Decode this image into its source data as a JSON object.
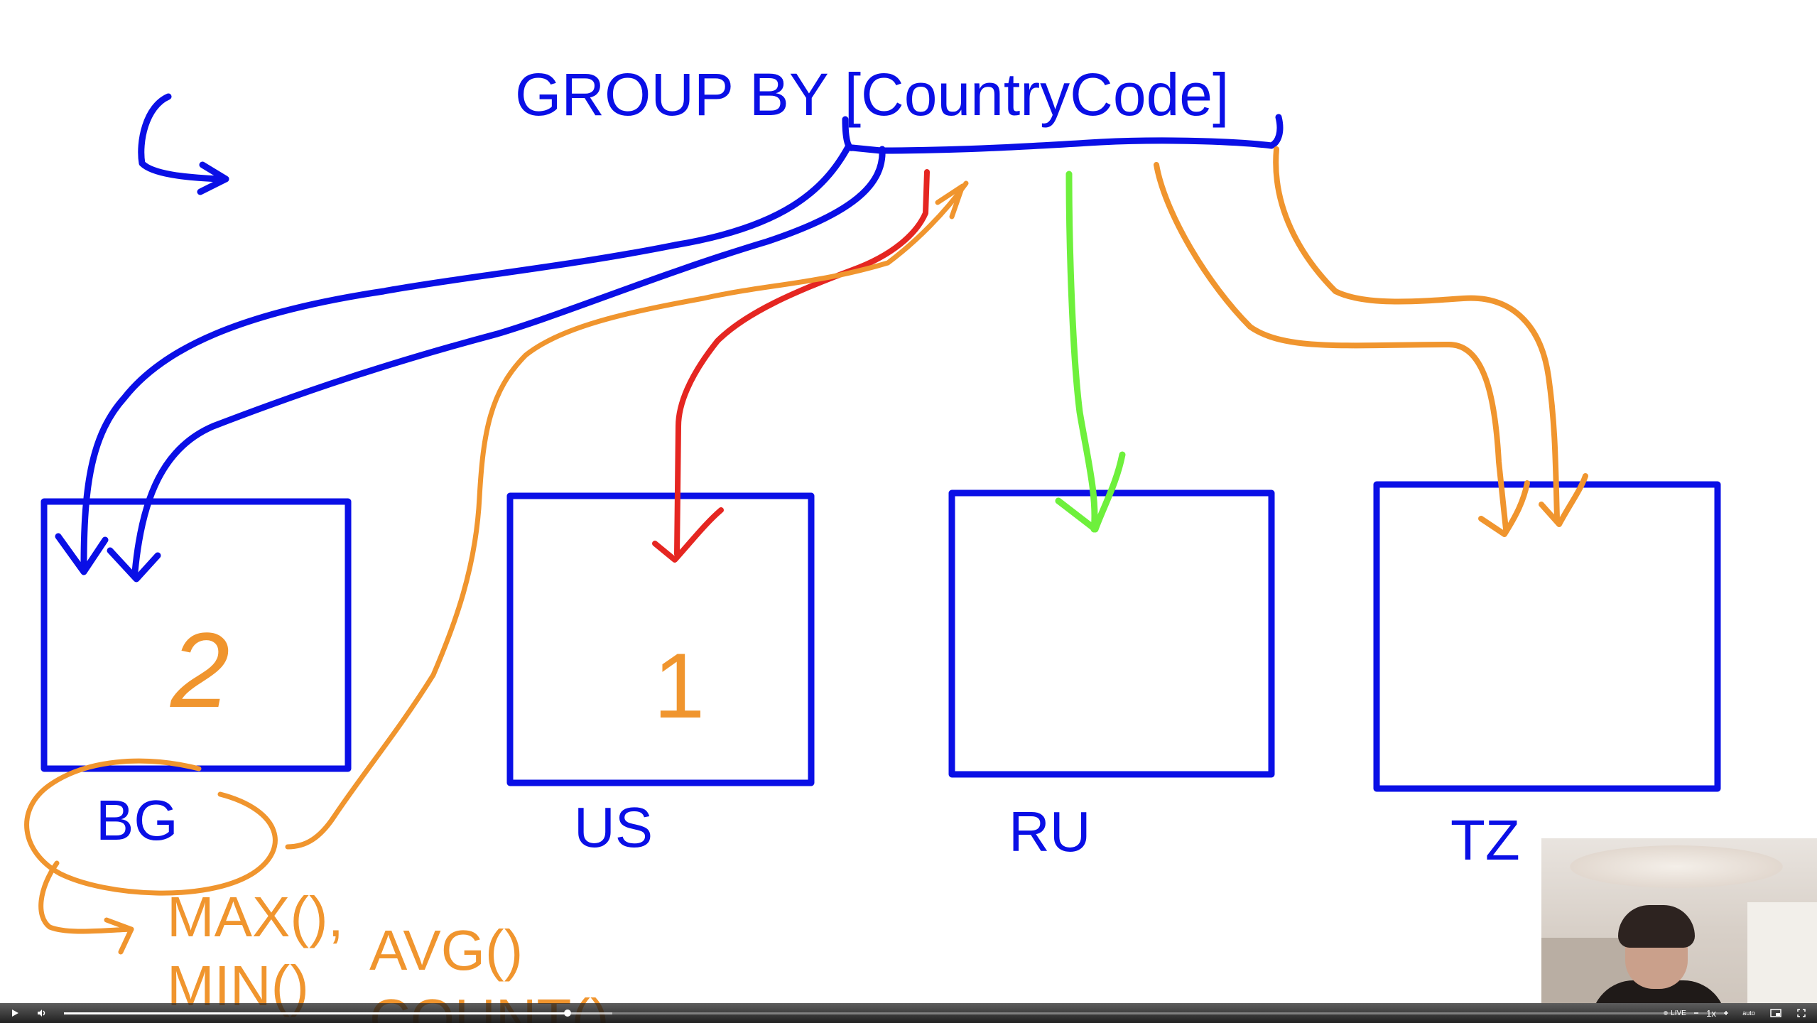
{
  "whiteboard": {
    "title": "GROUP BY [CountryCode]",
    "groups": [
      {
        "label": "BG",
        "count": "2"
      },
      {
        "label": "US",
        "count": "1"
      },
      {
        "label": "RU",
        "count": ""
      },
      {
        "label": "TZ",
        "count": ""
      }
    ],
    "aggregate_notes": {
      "max": "MAX(),",
      "min": "MIN()",
      "avg": "AVG()",
      "count": "COUNT()"
    },
    "colors": {
      "blue": "#0a0fe6",
      "orange": "#f0952e",
      "red": "#e52621",
      "green": "#6ef03c"
    }
  },
  "player": {
    "play_icon": "play-icon",
    "volume_icon": "volume-icon",
    "progress_fraction": 0.303,
    "buffered_fraction": 0.33,
    "live_label": "LIVE",
    "speed_label": "1x",
    "quality_label": "auto",
    "pip_icon": "picture-in-picture-icon",
    "fullscreen_icon": "fullscreen-icon"
  }
}
